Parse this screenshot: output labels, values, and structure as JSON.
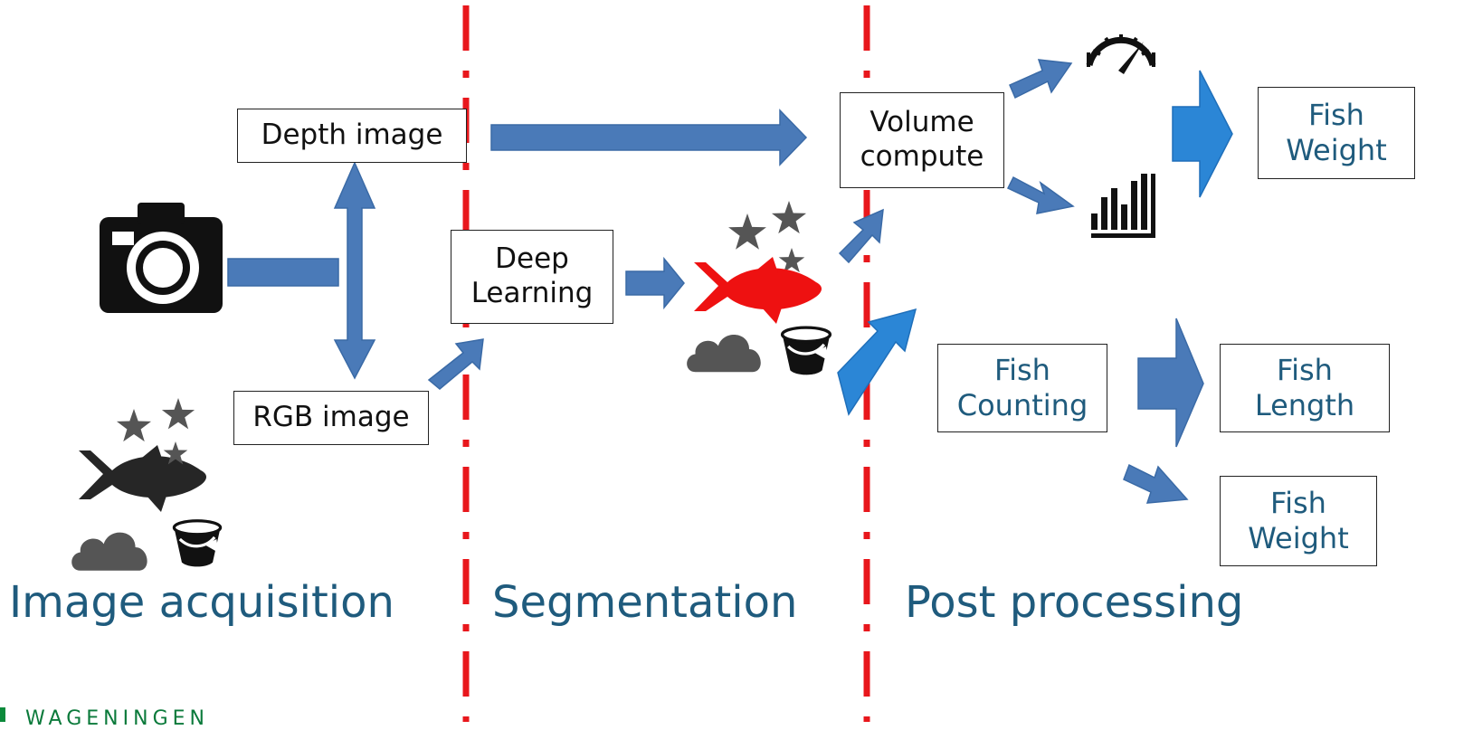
{
  "boxes": {
    "depth_image": "Depth image",
    "rgb_image": "RGB image",
    "deep_learning": "Deep\nLearning",
    "volume_compute": "Volume\ncompute",
    "fish_weight_top": "Fish\nWeight",
    "fish_counting": "Fish\nCounting",
    "fish_length": "Fish\nLength",
    "fish_weight_bottom": "Fish\nWeight"
  },
  "stages": {
    "acquisition": "Image acquisition",
    "segmentation": "Segmentation",
    "post_processing": "Post processing"
  },
  "logo_text": "WAGENINGEN",
  "colors": {
    "arrow_steel": "#4a7ab8",
    "arrow_bright": "#2b86d6",
    "divider": "#e8171c",
    "stage_text": "#1f5b7d",
    "fish_segmented": "#ee1111"
  },
  "icons": [
    "camera-icon",
    "fish-icon",
    "stars-icon",
    "cloud-icon",
    "bucket-icon",
    "gauge-icon",
    "bar-chart-icon"
  ]
}
